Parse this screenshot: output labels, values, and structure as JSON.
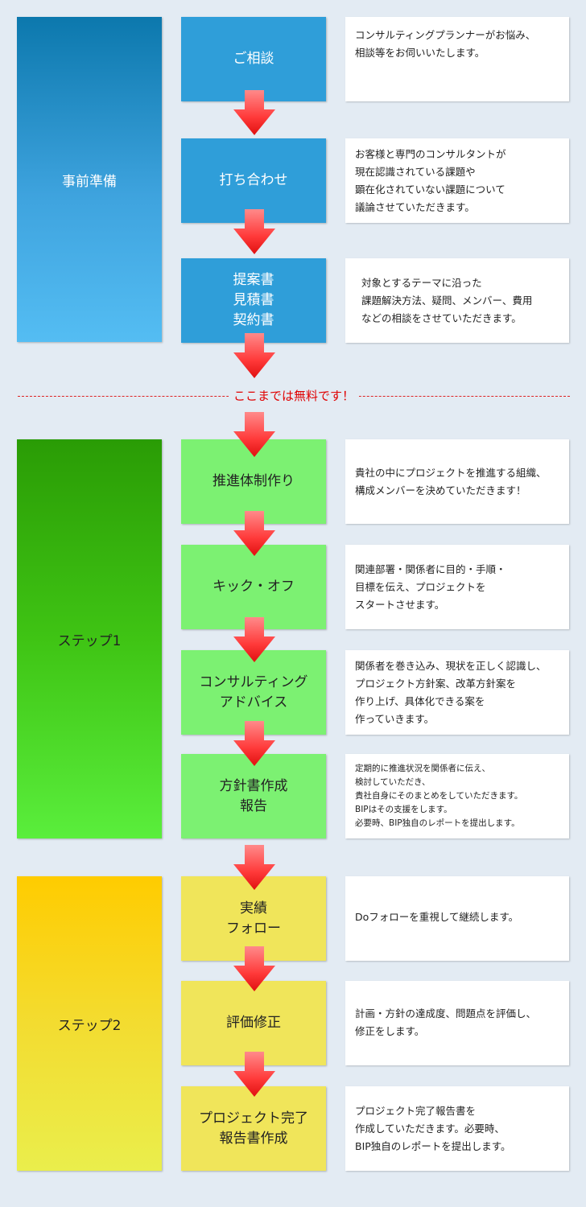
{
  "phases": [
    {
      "label": "事前準備"
    },
    {
      "label": "ステップ1"
    },
    {
      "label": "ステップ2"
    }
  ],
  "steps": [
    {
      "title": "ご相談",
      "desc": "コンサルティングプランナーがお悩み、\n相談等をお伺いいたします。"
    },
    {
      "title": "打ち合わせ",
      "desc": "お客様と専門のコンサルタントが\n現在認識されている課題や\n顕在化されていない課題について\n議論させていただきます。"
    },
    {
      "title": "提案書\n見積書\n契約書",
      "desc": "対象とするテーマに沿った\n課題解決方法、疑問、メンバー、費用\nなどの相談をさせていただきます。"
    },
    {
      "title": "推進体制作り",
      "desc": "貴社の中にプロジェクトを推進する組織、\n構成メンバーを決めていただきます！"
    },
    {
      "title": "キック・オフ",
      "desc": "関連部署・関係者に目的・手順・\n目標を伝え、プロジェクトを\nスタートさせます。"
    },
    {
      "title": "コンサルティング\nアドバイス",
      "desc": "関係者を巻き込み、現状を正しく認識し、\nプロジェクト方針案、改革方針案を\n作り上げ、具体化できる案を\n作っていきます。"
    },
    {
      "title": "方針書作成\n報告",
      "desc": "定期的に推進状況を関係者に伝え、\n検討していただき、\n貴社自身にそのまとめをしていただきます。\nBIPはその支援をします。\n必要時、BIP独自のレポートを提出します。"
    },
    {
      "title": "実績\nフォロー",
      "desc": "Doフォローを重視して継続します。"
    },
    {
      "title": "評価修正",
      "desc": "計画・方針の達成度、問題点を評価し、\n修正をします。"
    },
    {
      "title": "プロジェクト完了\n報告書作成",
      "desc": "プロジェクト完了報告書を\n作成していただきます。必要時、\nBIP独自のレポートを提出します。"
    }
  ],
  "free_notice": "ここまでは無料です！",
  "colors": {
    "arrow": "#ff3333",
    "notice": "#e00000",
    "background": "#e3ebf3"
  }
}
